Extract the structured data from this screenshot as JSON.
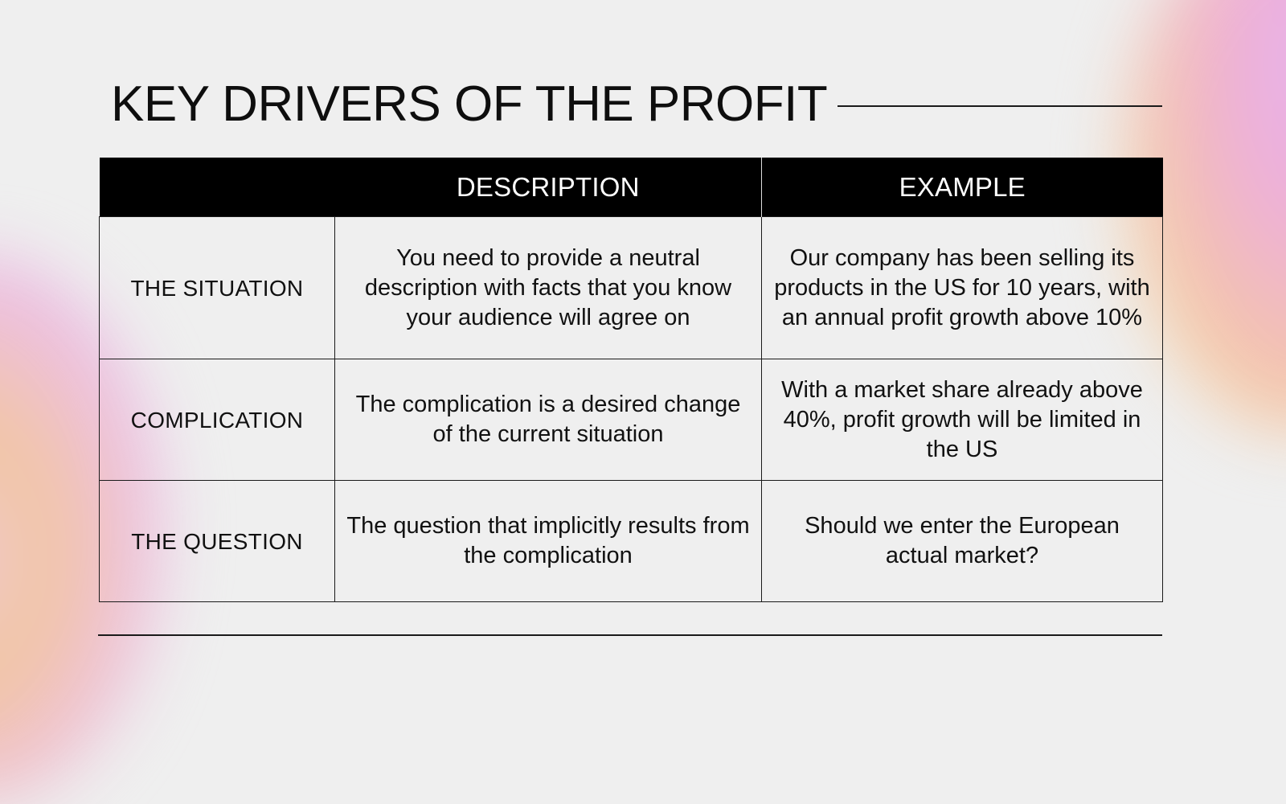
{
  "slide": {
    "title": "KEY DRIVERS OF THE PROFIT",
    "colors": {
      "background": "#efefef",
      "header_bg": "#000000",
      "header_text": "#ffffff",
      "line": "#1a1a1a",
      "accent_pink": "#eeb0d8",
      "accent_peach": "#f4d4a8",
      "accent_lilac": "#e6b3ee"
    }
  },
  "table": {
    "headers": [
      "",
      "DESCRIPTION",
      "EXAMPLE"
    ],
    "rows": [
      {
        "label": "THE SITUATION",
        "description": "You need to provide a neutral description with facts that you know your audience will agree on",
        "example": "Our company has been selling its products in the US for 10 years, with an annual profit growth above 10%"
      },
      {
        "label": "COMPLICATION",
        "description": "The complication is a desired change of the current situation",
        "example": "With a market share already above 40%, profit growth will be limited in the US"
      },
      {
        "label": "THE QUESTION",
        "description": "The question that implicitly results from the complication",
        "example": "Should we enter the European actual market?"
      }
    ]
  }
}
